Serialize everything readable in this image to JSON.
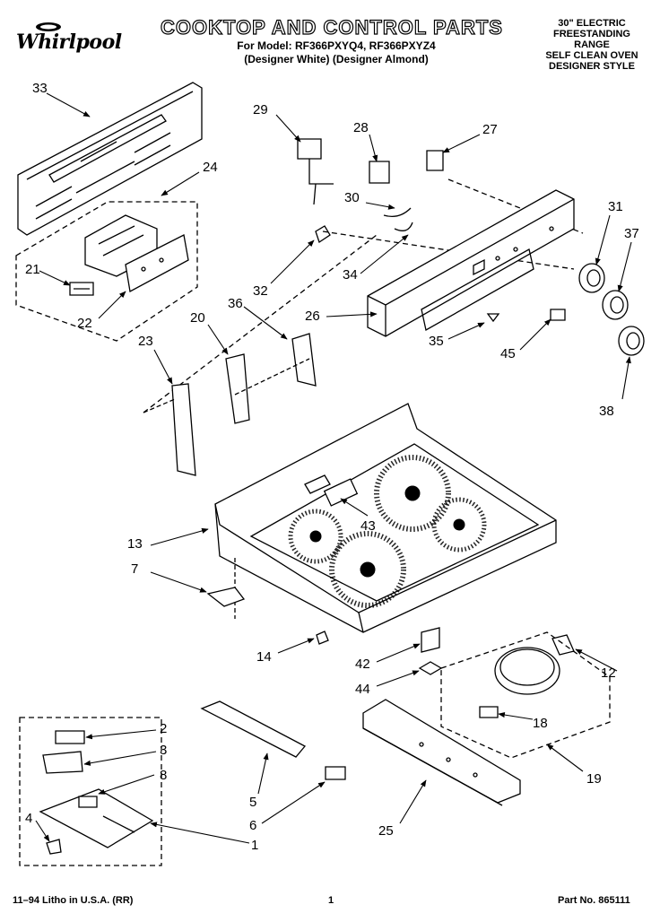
{
  "header": {
    "title": "COOKTOP AND CONTROL PARTS",
    "model_line": "For Model: RF366PXYQ4, RF366PXYZ4",
    "designer_line": "(Designer White) (Designer Almond)",
    "range_lines": [
      "30\" ELECTRIC",
      "FREESTANDING",
      "RANGE",
      "SELF CLEAN OVEN",
      "DESIGNER STYLE"
    ]
  },
  "logo": {
    "brand": "Whirlpool"
  },
  "footer": {
    "litho": "11–94 Litho in U.S.A. (RR)",
    "page_number": "1",
    "part_no": "Part No. 865111"
  },
  "callouts": [
    "33",
    "29",
    "28",
    "27",
    "24",
    "30",
    "31",
    "37",
    "21",
    "32",
    "34",
    "22",
    "26",
    "20",
    "36",
    "35",
    "45",
    "23",
    "38",
    "43",
    "13",
    "7",
    "14",
    "42",
    "12",
    "44",
    "18",
    "2",
    "3",
    "8",
    "19",
    "4",
    "5",
    "6",
    "25",
    "1"
  ]
}
